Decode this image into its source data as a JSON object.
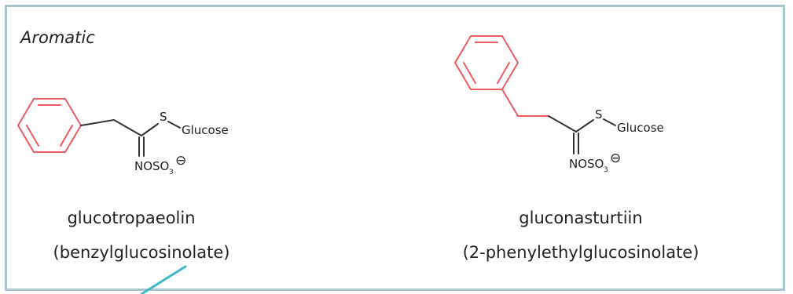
{
  "category": "Aromatic",
  "colors": {
    "frame": "#a9c6cc",
    "aromatic_ring": "#ef5a5f",
    "pointer_line": "#3fb6cc"
  },
  "structure_labels": {
    "sulfur": "S",
    "glucose": "Glucose",
    "sulfate_prefix": "NOSO",
    "sulfate_subscript": "3",
    "charge": "⊖"
  },
  "compounds": [
    {
      "name": "glucotropaeolin",
      "iupac": "(benzylglucosinolate)"
    },
    {
      "name": "gluconasturtiin",
      "iupac": "(2-phenylethylglucosinolate)"
    }
  ]
}
